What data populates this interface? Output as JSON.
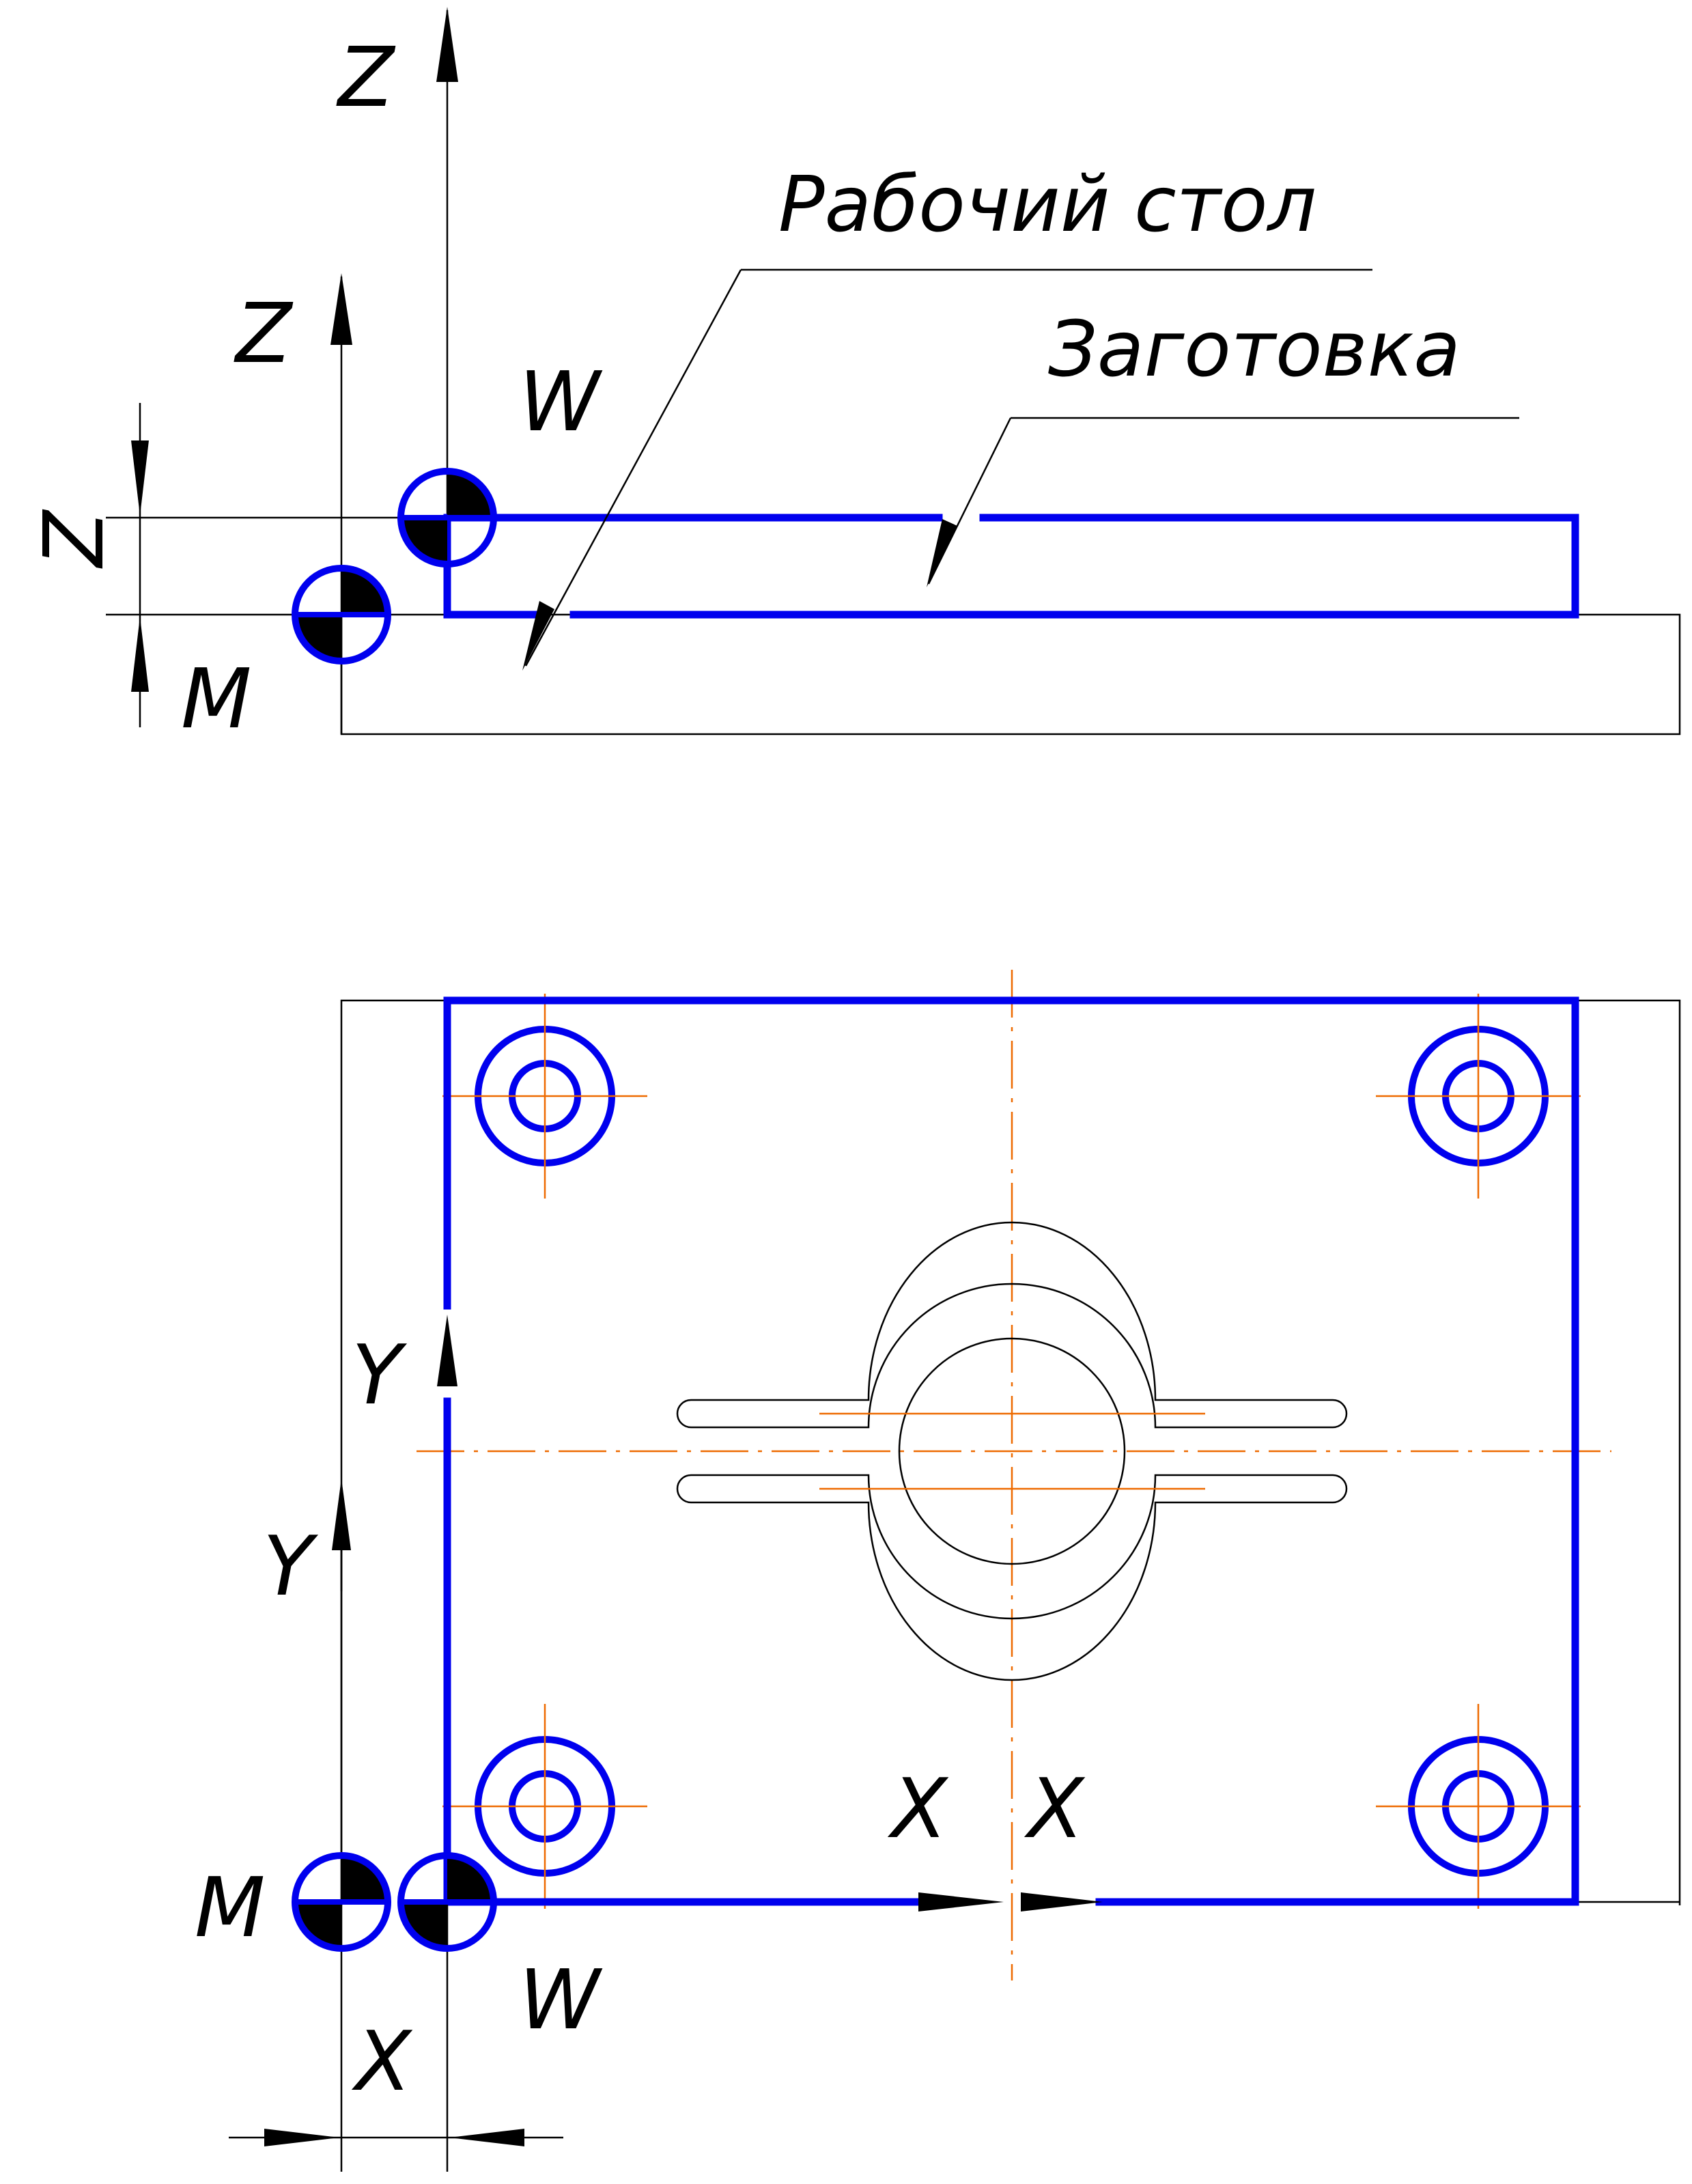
{
  "labels": {
    "table": "Рабочий стол",
    "blank": "Заготовка"
  },
  "front_view": {
    "z_axis_w": "Z",
    "z_axis_m": "Z",
    "z_dimension": "Z",
    "w_label": "W",
    "m_label": "M"
  },
  "top_view": {
    "y_axis_w": "Y",
    "y_axis_m": "Y",
    "x_axis_m": "X",
    "x_axis_w": "X",
    "x_dimension": "X",
    "m_label": "M",
    "w_label": "W"
  },
  "colors": {
    "part_outline": "#0000ee",
    "center_lines": "#ee6a00",
    "lines": "#000000"
  }
}
